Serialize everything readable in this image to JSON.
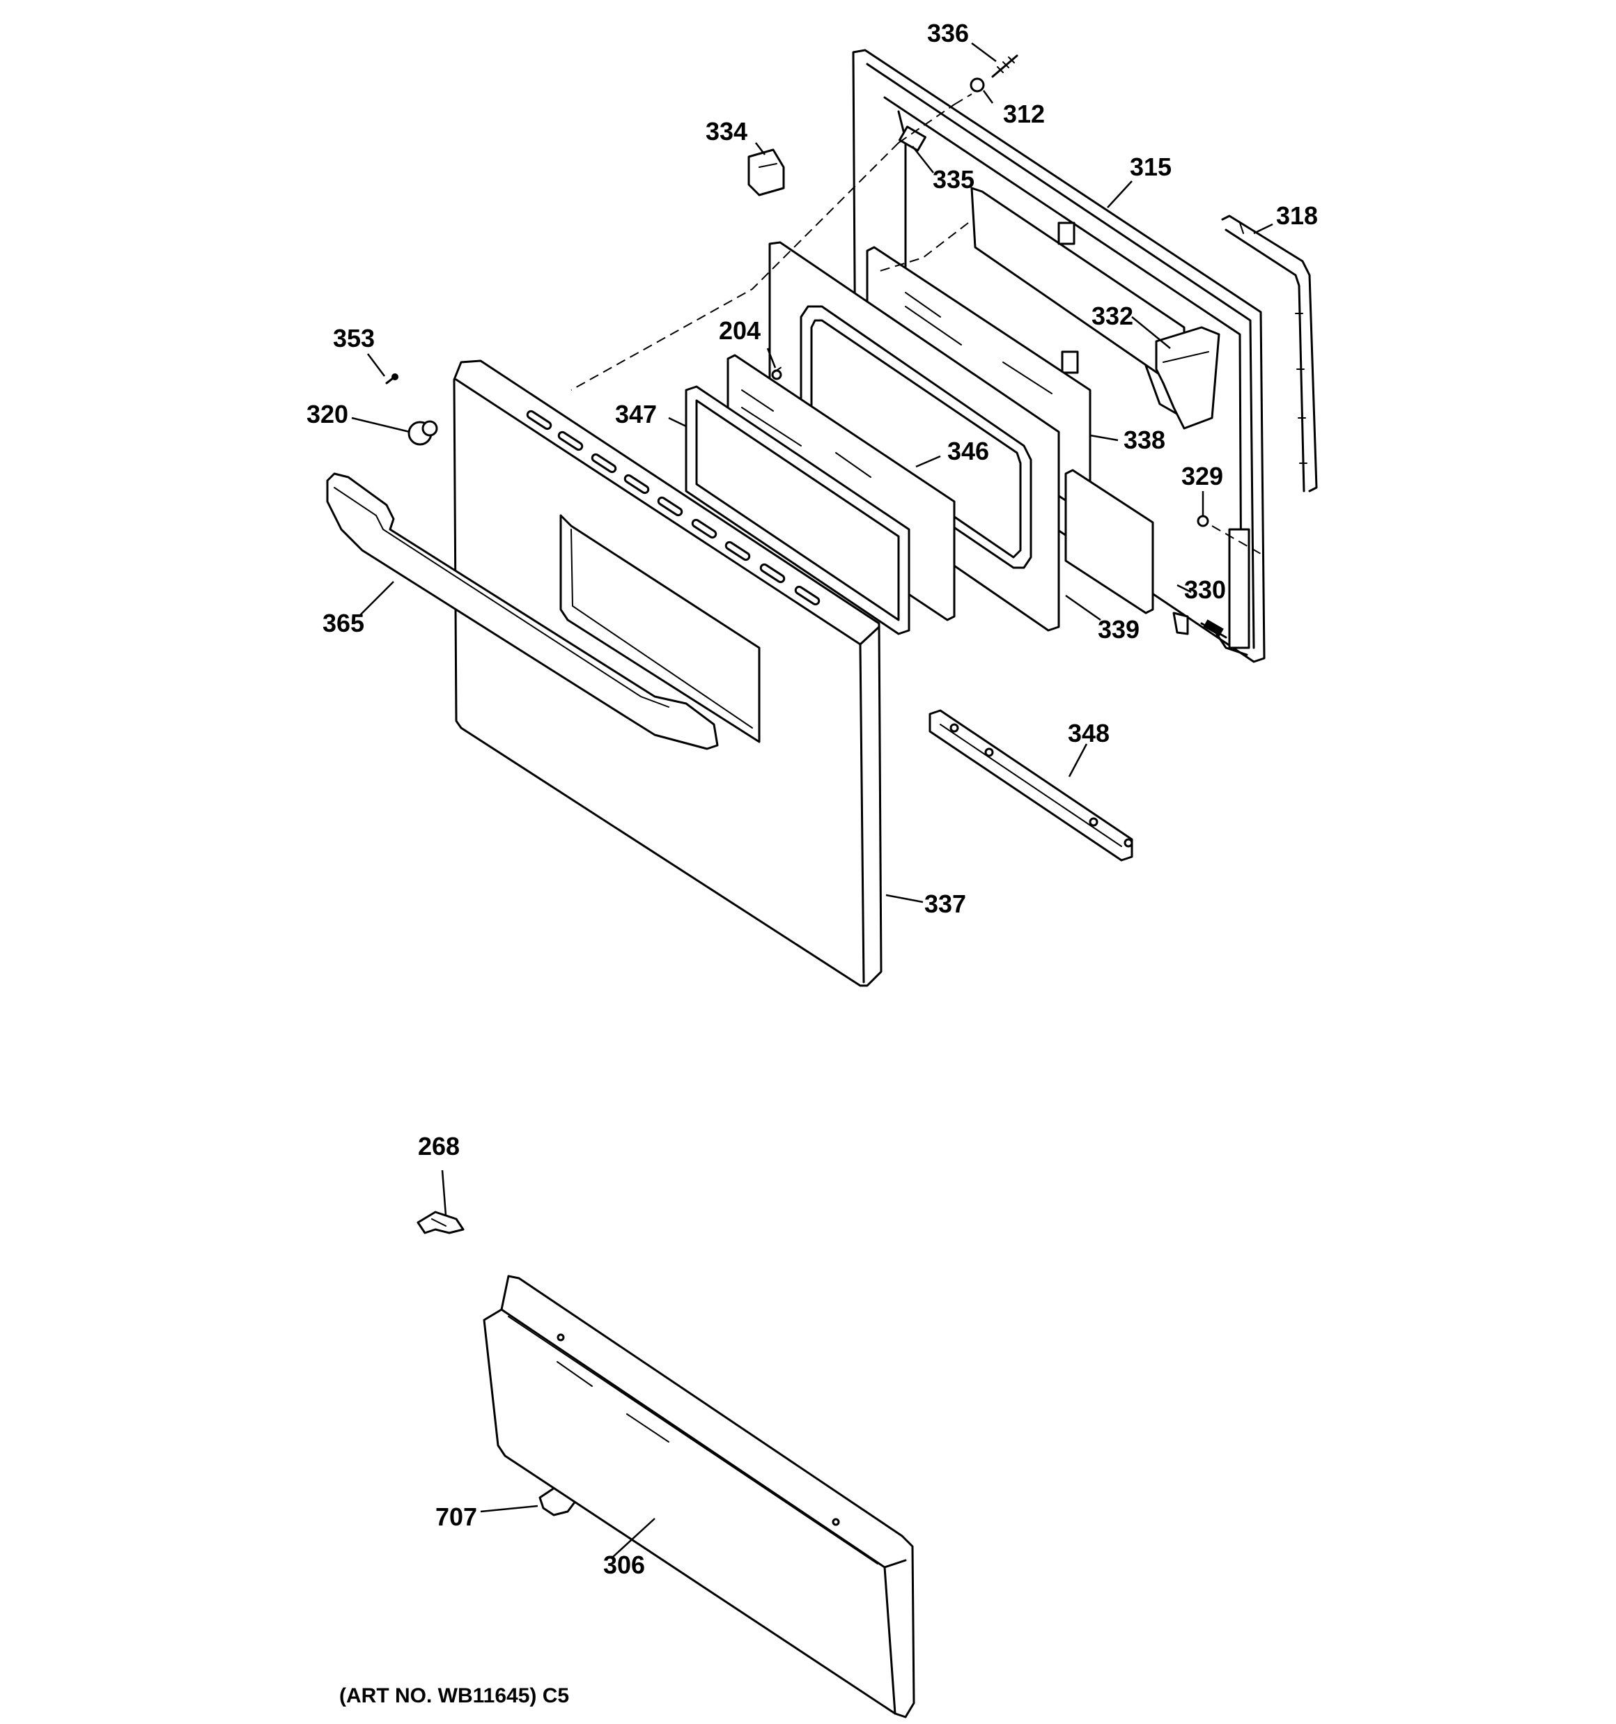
{
  "labels": {
    "p336": "336",
    "p312": "312",
    "p334": "334",
    "p335": "335",
    "p315": "315",
    "p318": "318",
    "p353": "353",
    "p204": "204",
    "p332": "332",
    "p320": "320",
    "p347": "347",
    "p346": "346",
    "p338": "338",
    "p329": "329",
    "p365": "365",
    "p330": "330",
    "p339": "339",
    "p348": "348",
    "p337": "337",
    "p268": "268",
    "p707": "707",
    "p306": "306"
  },
  "caption": "(ART NO. WB11645) C5"
}
